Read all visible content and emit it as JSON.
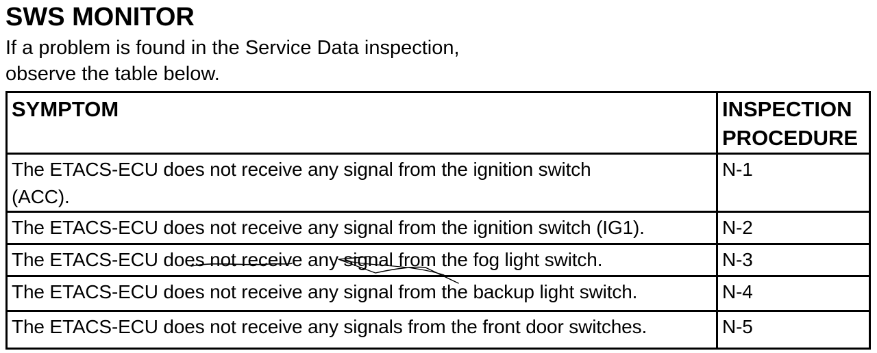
{
  "page": {
    "title": "SWS MONITOR",
    "intro_line1": "If a problem is found in the Service Data inspection,",
    "intro_line2": "observe the table below."
  },
  "table": {
    "headers": [
      "SYMPTOM",
      "INSPECTION PROCEDURE"
    ],
    "rows": [
      {
        "symptom": "The ETACS-ECU does not receive any signal from the ignition switch\n(ACC).",
        "procedure": "N-1"
      },
      {
        "symptom": "The ETACS-ECU does not receive any signal from the ignition switch (IG1).",
        "procedure": "N-2"
      },
      {
        "symptom": "The ETACS-ECU does not receive any signal from the fog light switch.",
        "procedure": "N-3"
      },
      {
        "symptom": "The ETACS-ECU does not receive any signal from the backup light switch.",
        "procedure": "N-4"
      },
      {
        "symptom": "The ETACS-ECU does not receive any signals from the front door switches.",
        "procedure": "N-5"
      }
    ]
  },
  "annotations": {
    "pen_marks_description": "hand-drawn pen underline beneath 'does not receive' and a scribble under 'any signal' trailing down into the backup light switch row"
  },
  "colors": {
    "text": "#000000",
    "background": "#ffffff",
    "border": "#000000",
    "pen": "#000000"
  }
}
